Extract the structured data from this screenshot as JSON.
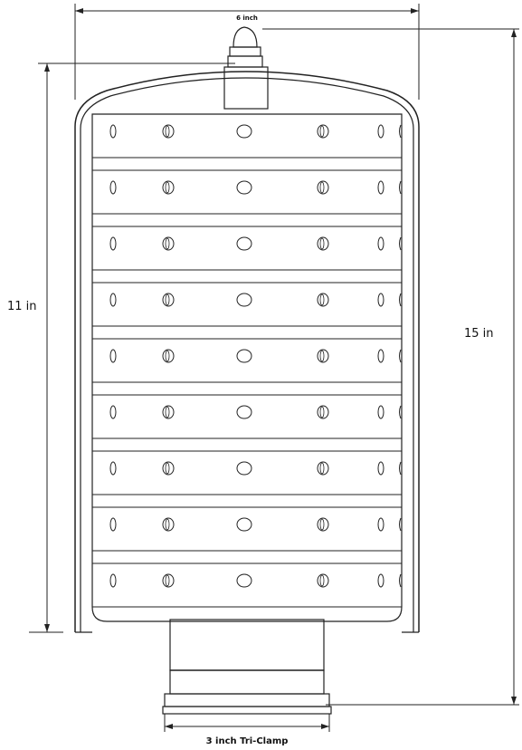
{
  "diagram": {
    "width_label": "6 inch",
    "left_height_label": "11 in",
    "right_height_label": "15 in",
    "bottom_label": "3 inch Tri-Clamp"
  },
  "colors": {
    "line": "#222222",
    "background": "#ffffff"
  }
}
